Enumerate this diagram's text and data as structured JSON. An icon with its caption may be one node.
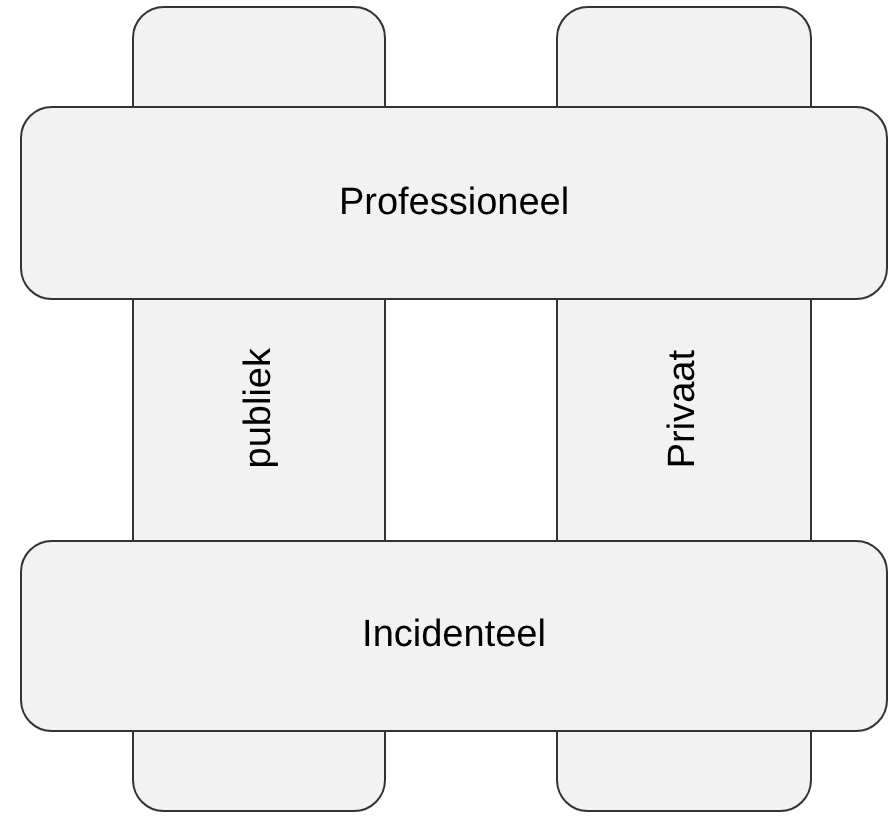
{
  "diagram": {
    "nodes": [
      {
        "text": [
          "Professioneel"
        ]
      },
      {
        "text": [
          "publiek"
        ]
      },
      {
        "text": [
          "Privaat"
        ]
      },
      {
        "text": [
          "Incidenteel"
        ]
      }
    ]
  }
}
